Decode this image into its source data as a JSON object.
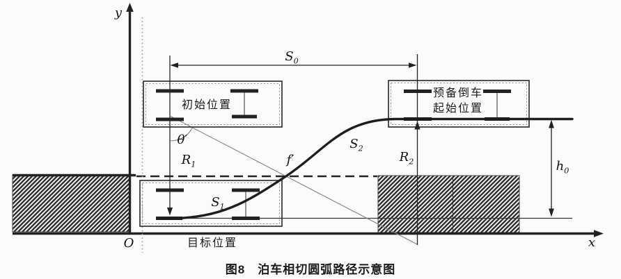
{
  "figure": {
    "caption": "图8　泊车相切圆弧路径示意图"
  },
  "labels": {
    "axis_y": "y",
    "axis_x": "x",
    "origin": "O",
    "s0": {
      "base": "S",
      "sub": "0"
    },
    "s1": {
      "base": "S",
      "sub": "1"
    },
    "s2": {
      "base": "S",
      "sub": "2"
    },
    "r1": {
      "base": "R",
      "sub": "1"
    },
    "r2": {
      "base": "R",
      "sub": "2"
    },
    "h0": {
      "base": "h",
      "sub": "0"
    },
    "theta": "θ′",
    "tangent_point": "f′"
  },
  "cars": {
    "initial": "初始位置",
    "reverse_start": [
      "预备倒车",
      "起始位置"
    ],
    "target": "目标位置"
  },
  "colors": {
    "ink": "#222222",
    "thin_line": "#808080",
    "dotted_guide": "#aaaaaa",
    "hatch": "#2f2f2f",
    "background": "#fbfbfb"
  }
}
